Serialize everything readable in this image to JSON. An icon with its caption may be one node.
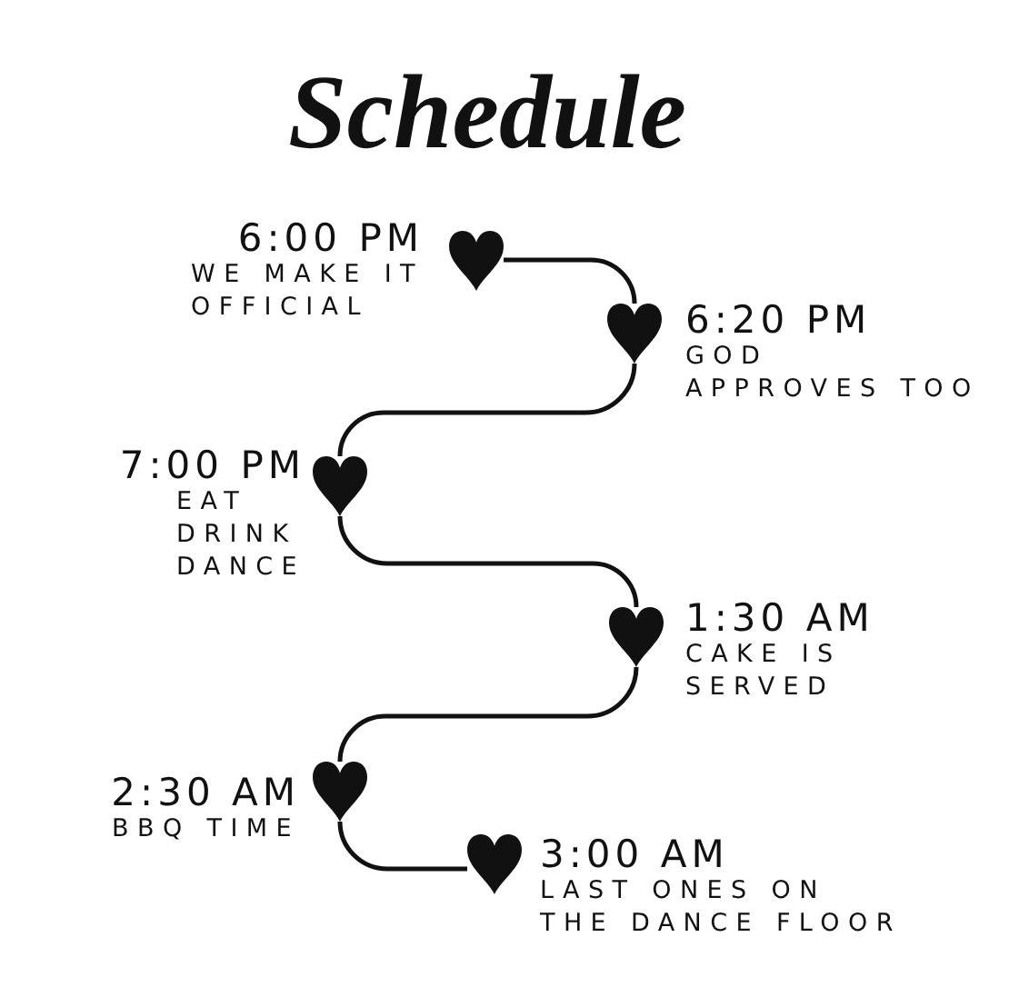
{
  "diagram": {
    "title": "Schedule",
    "nodes": [
      {
        "text": [],
        "shape": "heart",
        "beside": [
          "6:00 PM",
          "WE MAKE IT OFFICIAL"
        ]
      },
      {
        "text": [],
        "shape": "heart",
        "beside": [
          "6:20 PM",
          "GOD APPROVES TOO"
        ]
      },
      {
        "text": [],
        "shape": "heart",
        "beside": [
          "7:00 PM",
          "EAT DRINK DANCE"
        ]
      },
      {
        "text": [],
        "shape": "heart",
        "beside": [
          "1:30 AM",
          "CAKE IS SERVED"
        ]
      },
      {
        "text": [],
        "shape": "heart",
        "beside": [
          "2:30 AM",
          "BBQ TIME"
        ]
      },
      {
        "text": [],
        "shape": "heart",
        "beside": [
          "3:00 AM",
          "LAST ONES ON THE DANCE FLOOR"
        ]
      }
    ],
    "edges": [
      {
        "from": 0,
        "to": 1,
        "arrow": "none"
      },
      {
        "from": 1,
        "to": 2,
        "arrow": "none"
      },
      {
        "from": 2,
        "to": 3,
        "arrow": "none"
      },
      {
        "from": 3,
        "to": 4,
        "arrow": "none"
      },
      {
        "from": 4,
        "to": 5,
        "arrow": "none"
      }
    ]
  }
}
